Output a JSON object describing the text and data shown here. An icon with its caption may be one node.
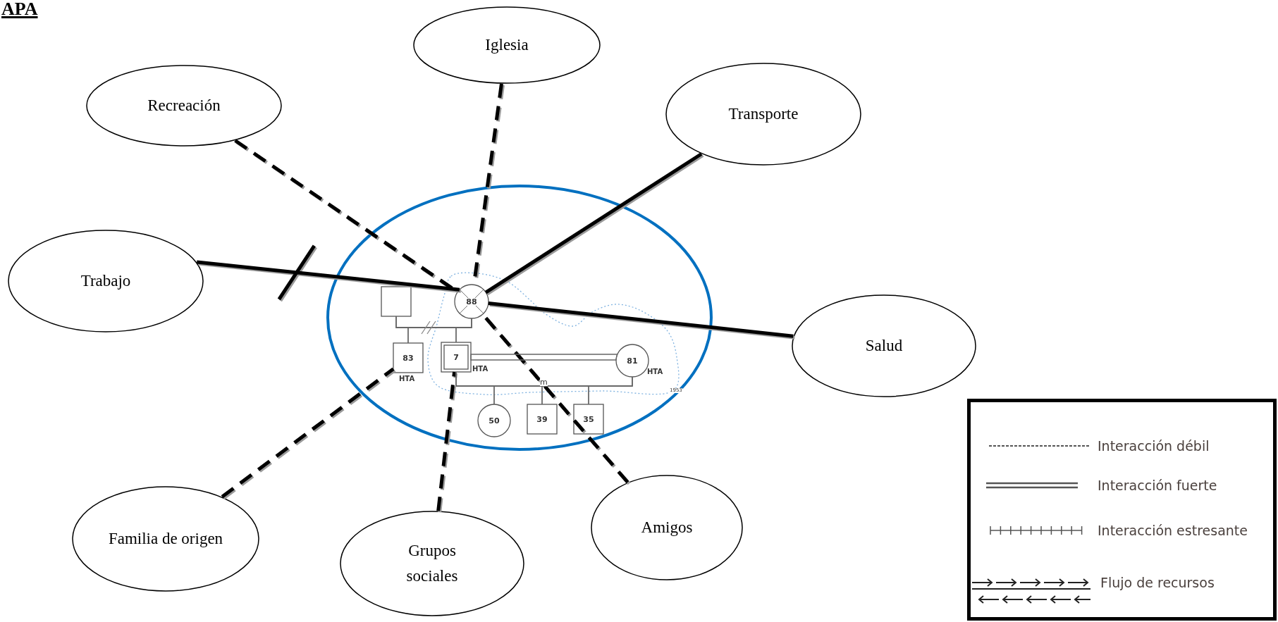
{
  "diagram": {
    "title": "APA",
    "nodes": [
      {
        "text": [
          "Iglesia"
        ]
      },
      {
        "text": [
          "Recreación"
        ]
      },
      {
        "text": [
          "Transporte"
        ]
      },
      {
        "text": [
          "Trabajo"
        ]
      },
      {
        "text": [],
        "shape": "ellipse"
      },
      {
        "text": [],
        "shape": "box",
        "in": 4
      },
      {
        "text": [
          "88"
        ],
        "in": 4
      },
      {
        "text": [
          "83"
        ],
        "in": 4,
        "beside": [
          "HTA"
        ]
      },
      {
        "text": [
          "7"
        ],
        "in": 4,
        "beside": [
          "HTA"
        ]
      },
      {
        "text": [
          "81"
        ],
        "in": 4,
        "beside": [
          "HTA"
        ]
      },
      {
        "text": [
          "50"
        ],
        "in": 4
      },
      {
        "text": [
          "39"
        ],
        "in": 4
      },
      {
        "text": [
          "35"
        ],
        "in": 4
      },
      {
        "text": [
          "Salud"
        ]
      },
      {
        "text": [
          "Familia de origen"
        ]
      },
      {
        "text": [
          "Grupos sociales"
        ]
      },
      {
        "text": [
          "Amigos"
        ]
      }
    ],
    "edges": [
      {
        "from": 1,
        "to": 6,
        "arrow": "none",
        "style": "dashed",
        "color": "#000000"
      },
      {
        "from": 0,
        "to": 6,
        "arrow": "none",
        "style": "dashed",
        "color": "#000000"
      },
      {
        "from": 2,
        "to": 6,
        "arrow": "none",
        "style": "thick",
        "color": "#000000"
      },
      {
        "from": 3,
        "to": 6,
        "arrow": "none",
        "style": "thick",
        "color": "#000000"
      },
      {
        "from": 13,
        "to": 6,
        "arrow": "none",
        "style": "thick",
        "color": "#000000"
      },
      {
        "from": 14,
        "to": 7,
        "arrow": "none",
        "style": "dashed",
        "color": "#000000"
      },
      {
        "from": 15,
        "to": 8,
        "arrow": "none",
        "style": "dashed",
        "color": "#000000"
      },
      {
        "from": 16,
        "to": 6,
        "arrow": "none",
        "style": "dashed",
        "color": "#000000"
      },
      {
        "from": 5,
        "to": 6,
        "arrow": "none"
      },
      {
        "from": 5,
        "to": 7,
        "arrow": "none"
      },
      {
        "from": 6,
        "to": 7,
        "arrow": "none"
      },
      {
        "from": 5,
        "to": 8,
        "arrow": "none"
      },
      {
        "from": 6,
        "to": 8,
        "arrow": "none"
      },
      {
        "from": 8,
        "to": 9,
        "arrow": "none"
      },
      {
        "from": 8,
        "to": 10,
        "arrow": "none"
      },
      {
        "from": 8,
        "to": 11,
        "arrow": "none"
      },
      {
        "from": 8,
        "to": 12,
        "arrow": "none"
      },
      {
        "from": 9,
        "to": 10,
        "arrow": "none"
      },
      {
        "from": 9,
        "to": 11,
        "arrow": "none"
      },
      {
        "from": 9,
        "to": 12,
        "arrow": "none"
      }
    ],
    "labels": [
      "m",
      "1953"
    ],
    "legend": [
      {
        "text": "Interacción débil"
      },
      {
        "text": "Interacción fuerte"
      },
      {
        "text": "Interacción estresante"
      },
      {
        "text": "Flujo de recursos"
      }
    ]
  }
}
